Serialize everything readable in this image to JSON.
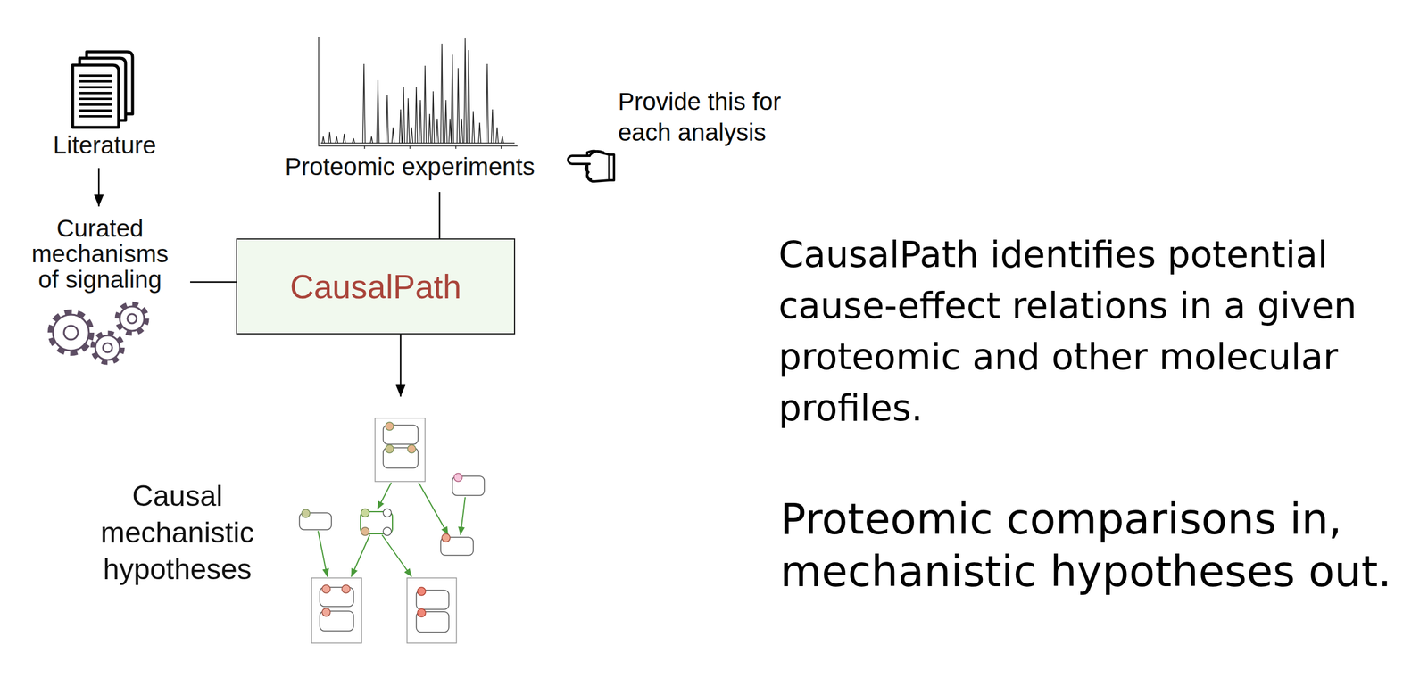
{
  "diagram": {
    "nodes": [
      {
        "text": [
          "Literature"
        ]
      },
      {
        "text": [
          "Proteomic experiments"
        ]
      },
      {
        "text": [
          "Curated mechanisms of signaling"
        ]
      },
      {
        "text": [
          "CausalPath"
        ]
      },
      {
        "text": [
          "Causal mechanistic hypotheses"
        ]
      }
    ],
    "edges": [
      {
        "from": 0,
        "to": 2,
        "arrow": "to"
      },
      {
        "from": 2,
        "to": 3,
        "arrow": "none"
      },
      {
        "from": 1,
        "to": 3,
        "arrow": "none"
      },
      {
        "from": 3,
        "to": 4,
        "arrow": "to"
      }
    ],
    "labels": [
      "Provide this for each analysis",
      "CausalPath identifies potential cause-effect relations in a given proteomic and other molecular profiles.",
      "Proteomic comparisons in, mechanistic hypotheses out."
    ]
  }
}
